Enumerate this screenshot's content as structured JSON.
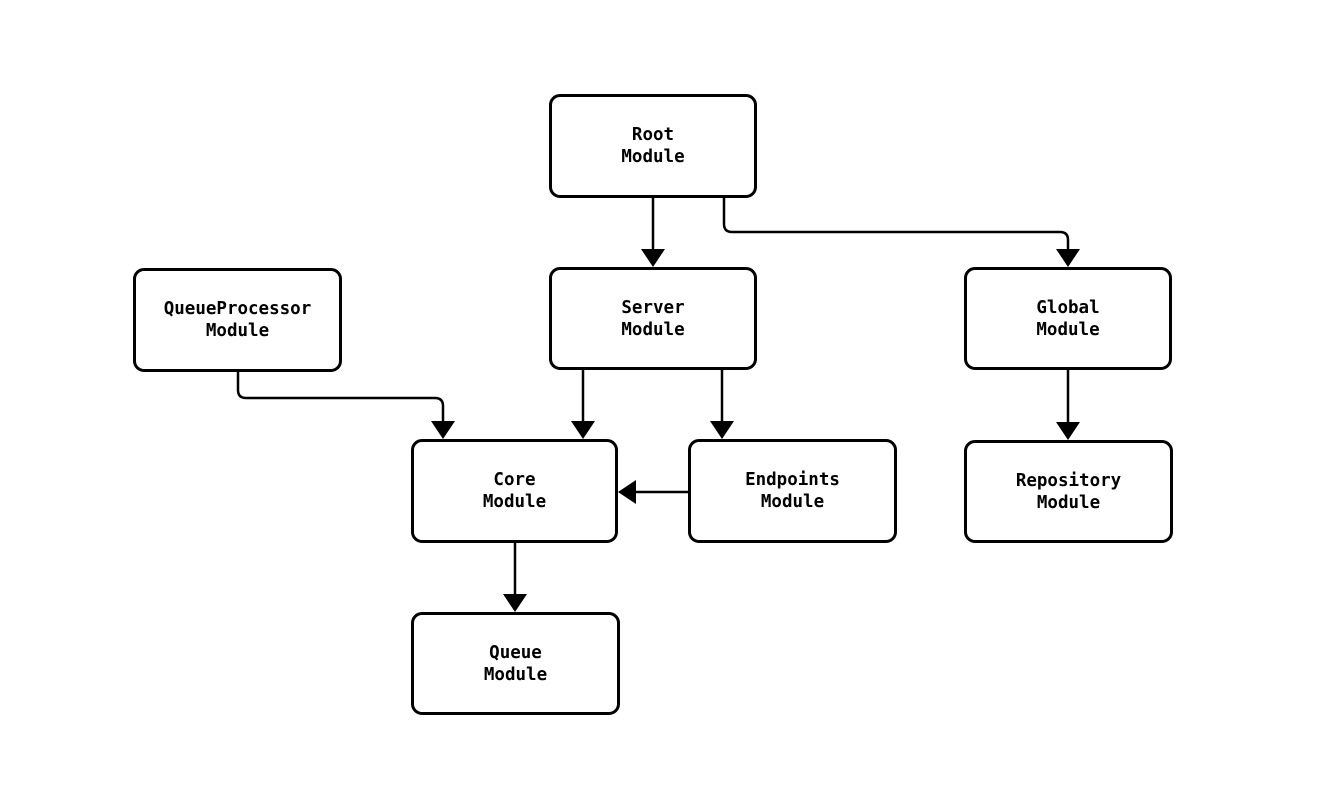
{
  "diagram": {
    "type": "flowchart",
    "direction": "top-down",
    "colors": {
      "background": "#ffffff",
      "node_fill": "#ffffff",
      "node_border": "#000000",
      "edge": "#000000",
      "text": "#000000"
    },
    "nodes": [
      {
        "id": "root",
        "line1": "Root",
        "line2": "Module"
      },
      {
        "id": "queueprocessor",
        "line1": "QueueProcessor",
        "line2": "Module"
      },
      {
        "id": "server",
        "line1": "Server",
        "line2": "Module"
      },
      {
        "id": "global",
        "line1": "Global",
        "line2": "Module"
      },
      {
        "id": "core",
        "line1": "Core",
        "line2": "Module"
      },
      {
        "id": "endpoints",
        "line1": "Endpoints",
        "line2": "Module"
      },
      {
        "id": "repository",
        "line1": "Repository",
        "line2": "Module"
      },
      {
        "id": "queue",
        "line1": "Queue",
        "line2": "Module"
      }
    ],
    "edges": [
      {
        "from": "root",
        "to": "server"
      },
      {
        "from": "root",
        "to": "global"
      },
      {
        "from": "queueprocessor",
        "to": "core"
      },
      {
        "from": "server",
        "to": "core"
      },
      {
        "from": "server",
        "to": "endpoints"
      },
      {
        "from": "endpoints",
        "to": "core"
      },
      {
        "from": "core",
        "to": "queue"
      },
      {
        "from": "global",
        "to": "repository"
      }
    ]
  }
}
